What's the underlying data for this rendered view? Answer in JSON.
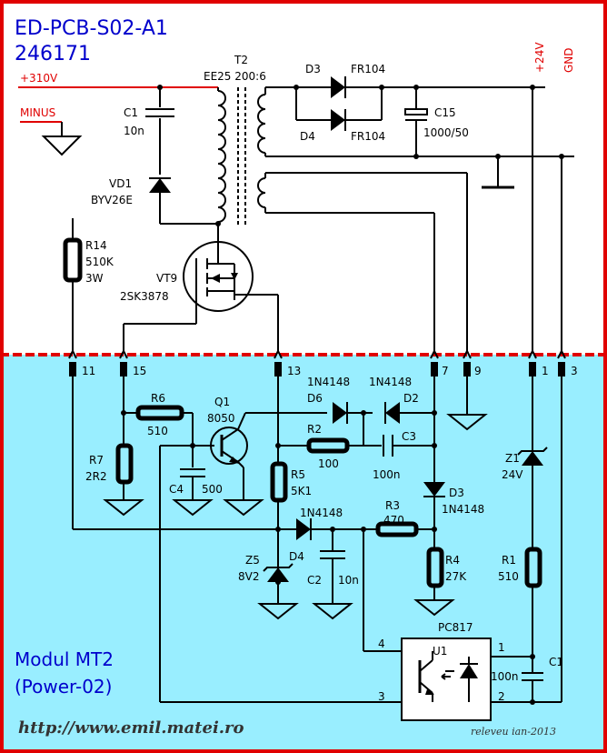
{
  "header": {
    "line1": "ED-PCB-S02-A1",
    "line2": "246171"
  },
  "module": {
    "line1": "Modul MT2",
    "line2": "(Power-02)"
  },
  "footer": {
    "url": "http://www.emil.matei.ro",
    "note": "releveu ian-2013"
  },
  "nets": {
    "v310": "+310V",
    "minus": "MINUS",
    "v24": "+24V",
    "gnd": "GND"
  },
  "components": {
    "T2": {
      "ref": "T2",
      "value": "EE25 200:6"
    },
    "C1a": {
      "ref": "C1",
      "value": "10n"
    },
    "VD1": {
      "ref": "VD1",
      "value": "BYV26E"
    },
    "R14": {
      "ref": "R14",
      "value": "510K",
      "value2": "3W"
    },
    "VT9": {
      "ref": "VT9",
      "value": "2SK3878"
    },
    "D3a": {
      "ref": "D3",
      "value": "FR104"
    },
    "D4a": {
      "ref": "D4",
      "value": "FR104"
    },
    "C15": {
      "ref": "C15",
      "value": "1000/50"
    },
    "R6": {
      "ref": "R6",
      "value": "510"
    },
    "R7": {
      "ref": "R7",
      "value": "2R2"
    },
    "Q1": {
      "ref": "Q1",
      "value": "8050"
    },
    "C4": {
      "ref": "C4",
      "value": "500"
    },
    "D6": {
      "ref": "D6",
      "value": "1N4148"
    },
    "D2": {
      "ref": "D2",
      "value": "1N4148"
    },
    "R2": {
      "ref": "R2",
      "value": "100"
    },
    "C3": {
      "ref": "C3",
      "value": "100n"
    },
    "R5": {
      "ref": "R5",
      "value": "5K1"
    },
    "D3b": {
      "ref": "D3",
      "value": "1N4148"
    },
    "D4b": {
      "ref": "D4",
      "value": "1N4148"
    },
    "R3": {
      "ref": "R3",
      "value": "470"
    },
    "Z5": {
      "ref": "Z5",
      "value": "8V2"
    },
    "C2": {
      "ref": "C2",
      "value": "10n"
    },
    "R4": {
      "ref": "R4",
      "value": "27K"
    },
    "Z1": {
      "ref": "Z1",
      "value": "24V"
    },
    "R1": {
      "ref": "R1",
      "value": "510"
    },
    "C1b": {
      "ref": "C1",
      "value": "100n"
    },
    "U1": {
      "ref": "U1",
      "value": "PC817"
    }
  },
  "pins": [
    "11",
    "15",
    "13",
    "7",
    "9",
    "1",
    "3"
  ],
  "u1_pins": [
    "4",
    "3",
    "1",
    "2"
  ],
  "colors": {
    "border": "#e00000",
    "top_bg": "#ffffff",
    "bottom_bg": "#99eeff",
    "title": "#0000cc",
    "rail_net": "#e00000"
  }
}
